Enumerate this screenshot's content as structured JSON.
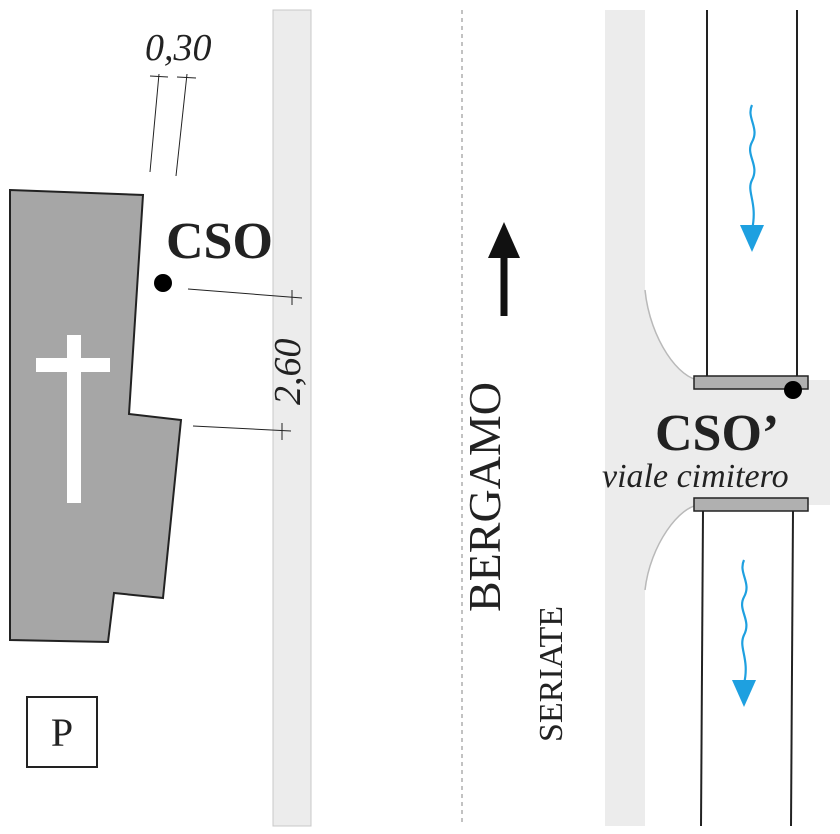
{
  "diagram": {
    "labels": {
      "cso": "CSO",
      "cso_prime": "CSO’",
      "viale_cimitero": "viale cimitero",
      "bergamo": "BERGAMO",
      "seriate": "SERIATE",
      "parking": "P",
      "dim_top": "0,30",
      "dim_side": "2,60"
    },
    "icons": {
      "church": "cross-icon",
      "parking": "parking-sign-icon",
      "direction": "arrow-up-icon",
      "flow": "water-flow-arrow-icon"
    },
    "colors": {
      "building": "#a6a6a6",
      "road_band": "#ececec",
      "flow": "#1ea0e0",
      "road_line": "#222222",
      "grate": "#b0b0b0"
    }
  }
}
